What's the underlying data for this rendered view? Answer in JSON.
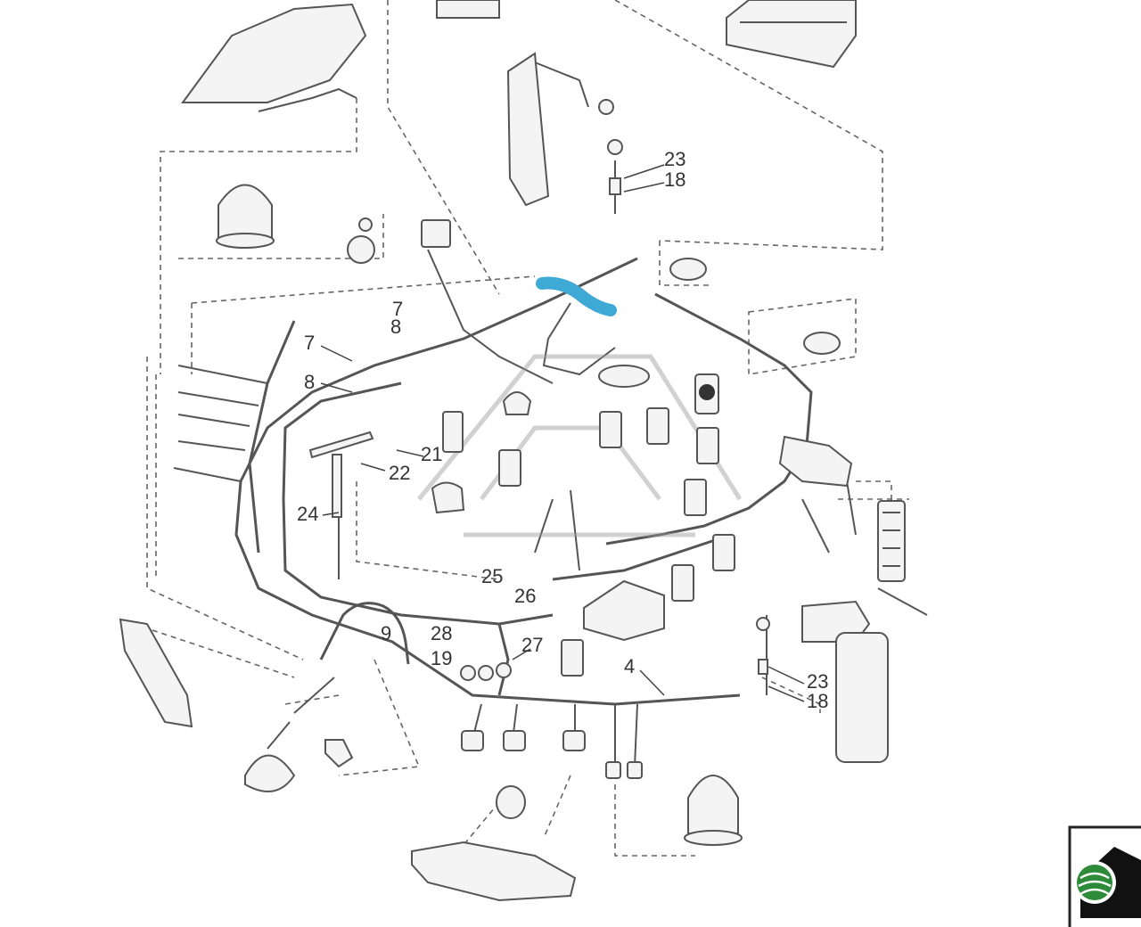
{
  "diagram": {
    "part_labels": [
      "23",
      "18",
      "7",
      "8",
      "7",
      "8",
      "21",
      "22",
      "24",
      "25",
      "26",
      "9",
      "28",
      "19",
      "27",
      "4",
      "23",
      "18"
    ],
    "highlight_color": "#3fa9d6",
    "watermark_color": "#9a9a9a",
    "icons": [
      "rotating-beacon-icon",
      "work-lamp-icon",
      "connector-icon",
      "relay-icon",
      "rocker-switch-icon",
      "brand-badge-icon"
    ]
  }
}
